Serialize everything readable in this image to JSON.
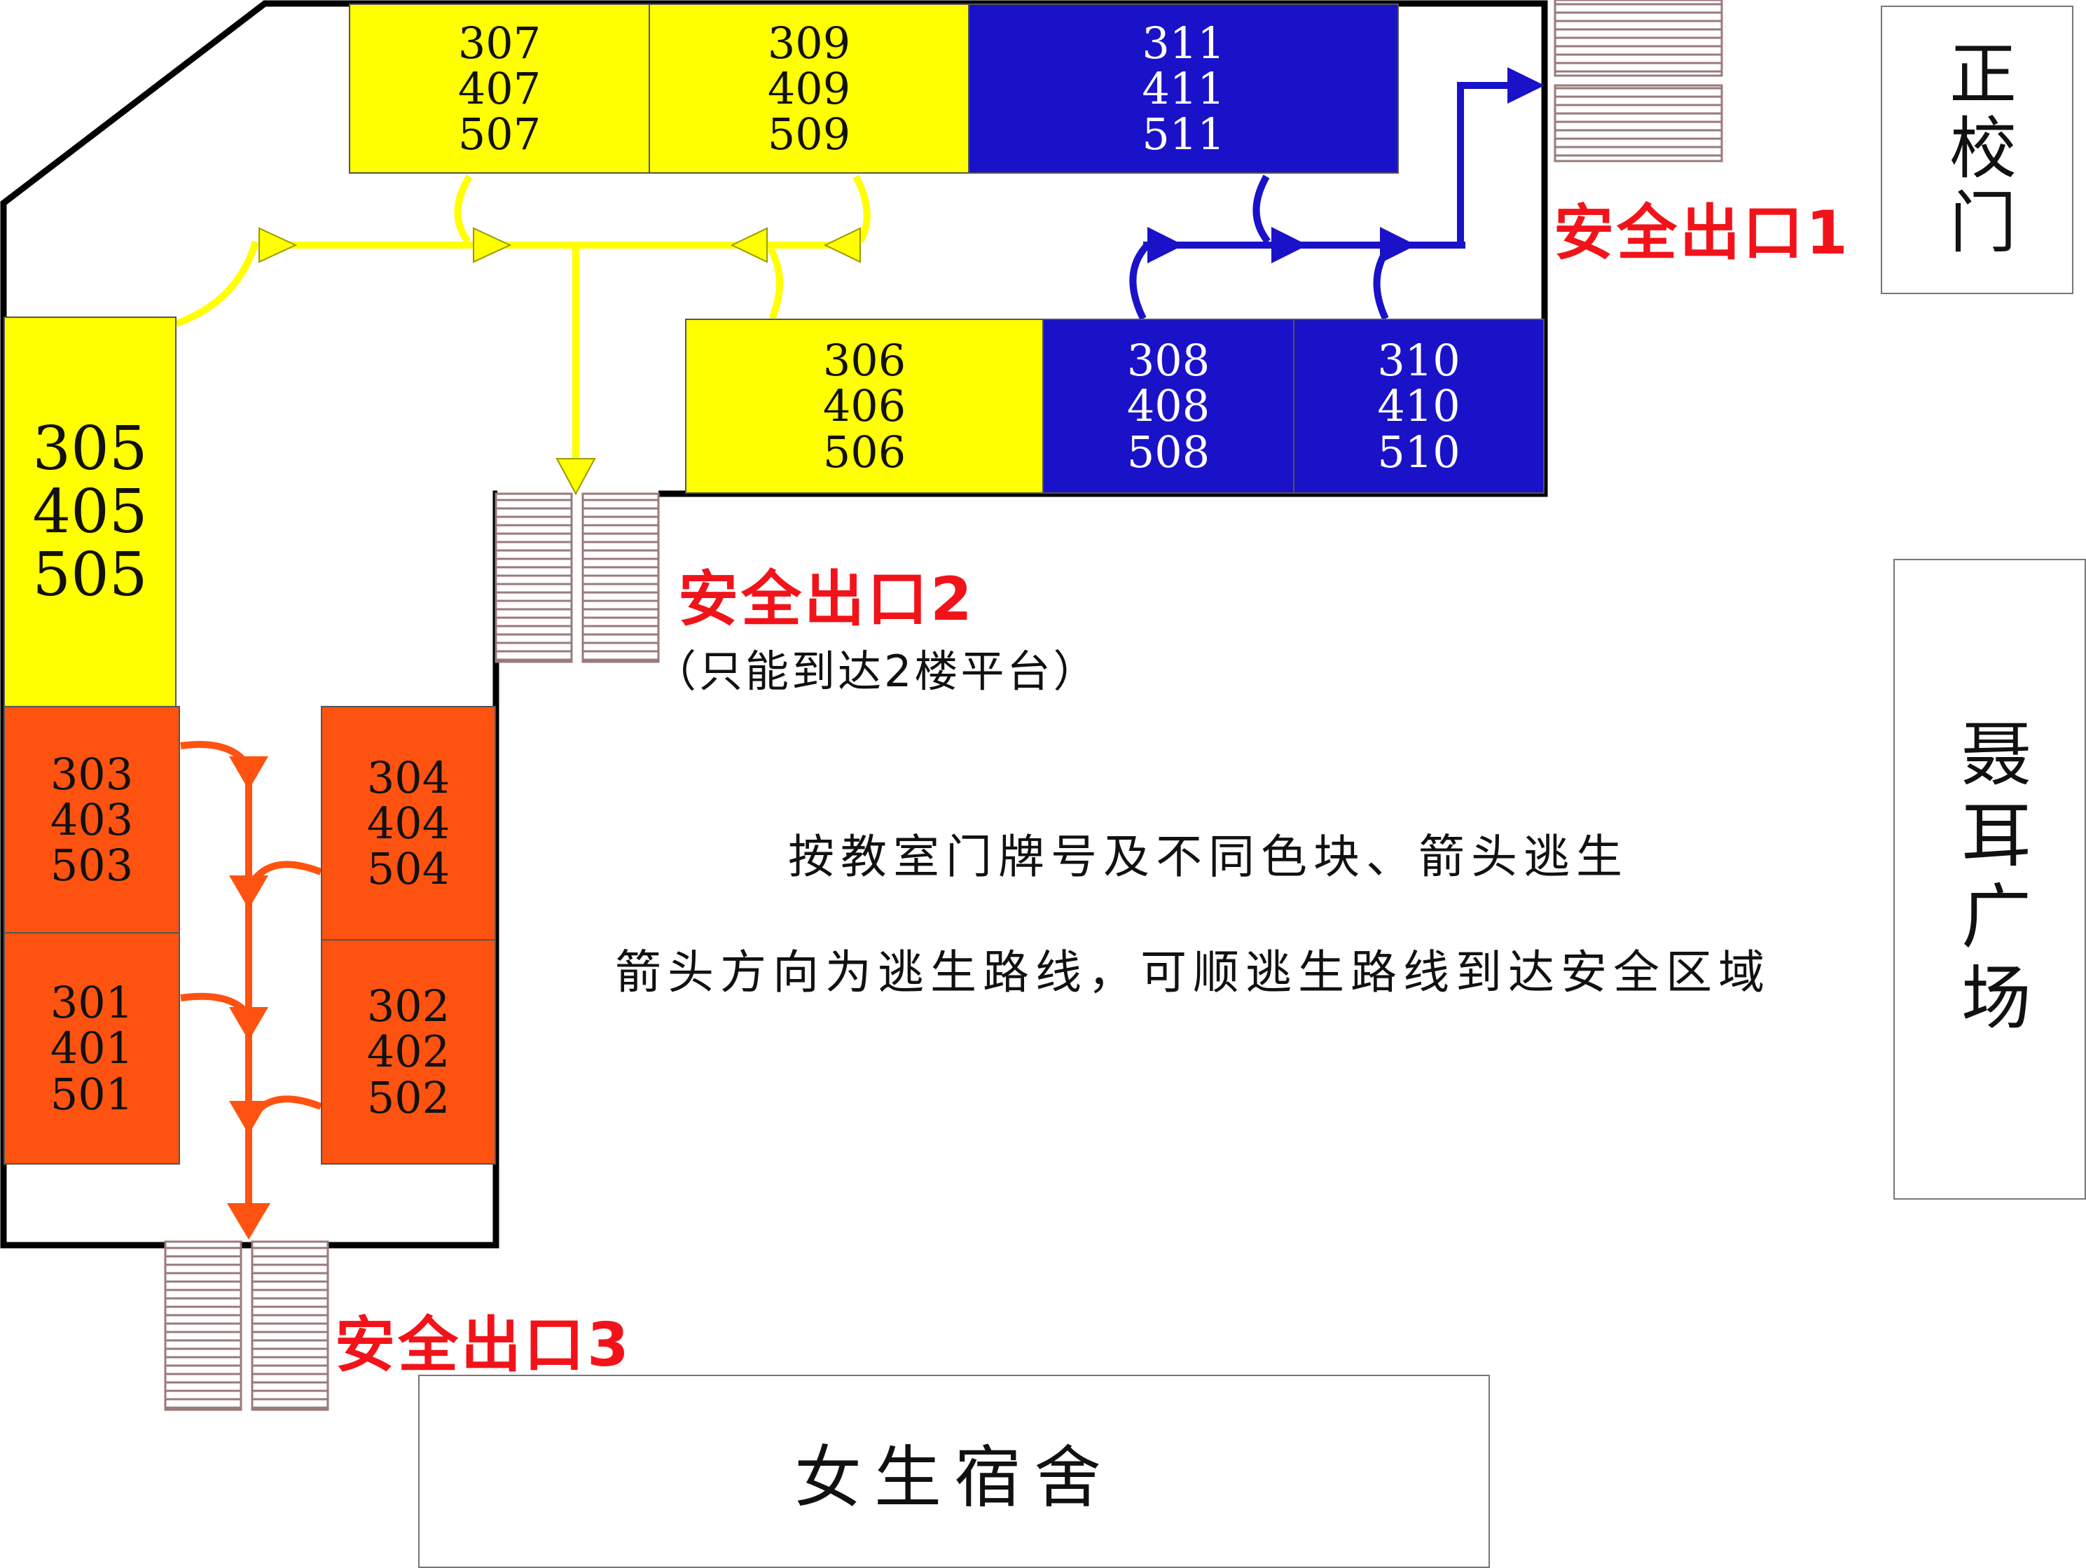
{
  "rooms": {
    "r307": [
      "307",
      "407",
      "507"
    ],
    "r309": [
      "309",
      "409",
      "509"
    ],
    "r311": [
      "311",
      "411",
      "511"
    ],
    "r306": [
      "306",
      "406",
      "506"
    ],
    "r308": [
      "308",
      "408",
      "508"
    ],
    "r310": [
      "310",
      "410",
      "510"
    ],
    "r305": [
      "305",
      "405",
      "505"
    ],
    "r303": [
      "303",
      "403",
      "503"
    ],
    "r304": [
      "304",
      "404",
      "504"
    ],
    "r301": [
      "301",
      "401",
      "501"
    ],
    "r302": [
      "302",
      "402",
      "502"
    ]
  },
  "exits": {
    "exit1": "安全出口1",
    "exit2": "安全出口2",
    "exit2_note": "（只能到达2楼平台）",
    "exit3": "安全出口3"
  },
  "legend": {
    "line1": "按教室门牌号及不同色块、箭头逃生",
    "line2": "箭头方向为逃生路线，可顺逃生路线到达安全区域"
  },
  "landmarks": {
    "main_gate": "正校门",
    "plaza": "聂耳广场",
    "dormitory": "女生宿舍"
  },
  "colors": {
    "yellow_zone": "#ffff00",
    "blue_zone": "#1a12c8",
    "orange_zone": "#fe5310",
    "exit_text": "#f2131a",
    "stairs": "#9a7a7a"
  }
}
